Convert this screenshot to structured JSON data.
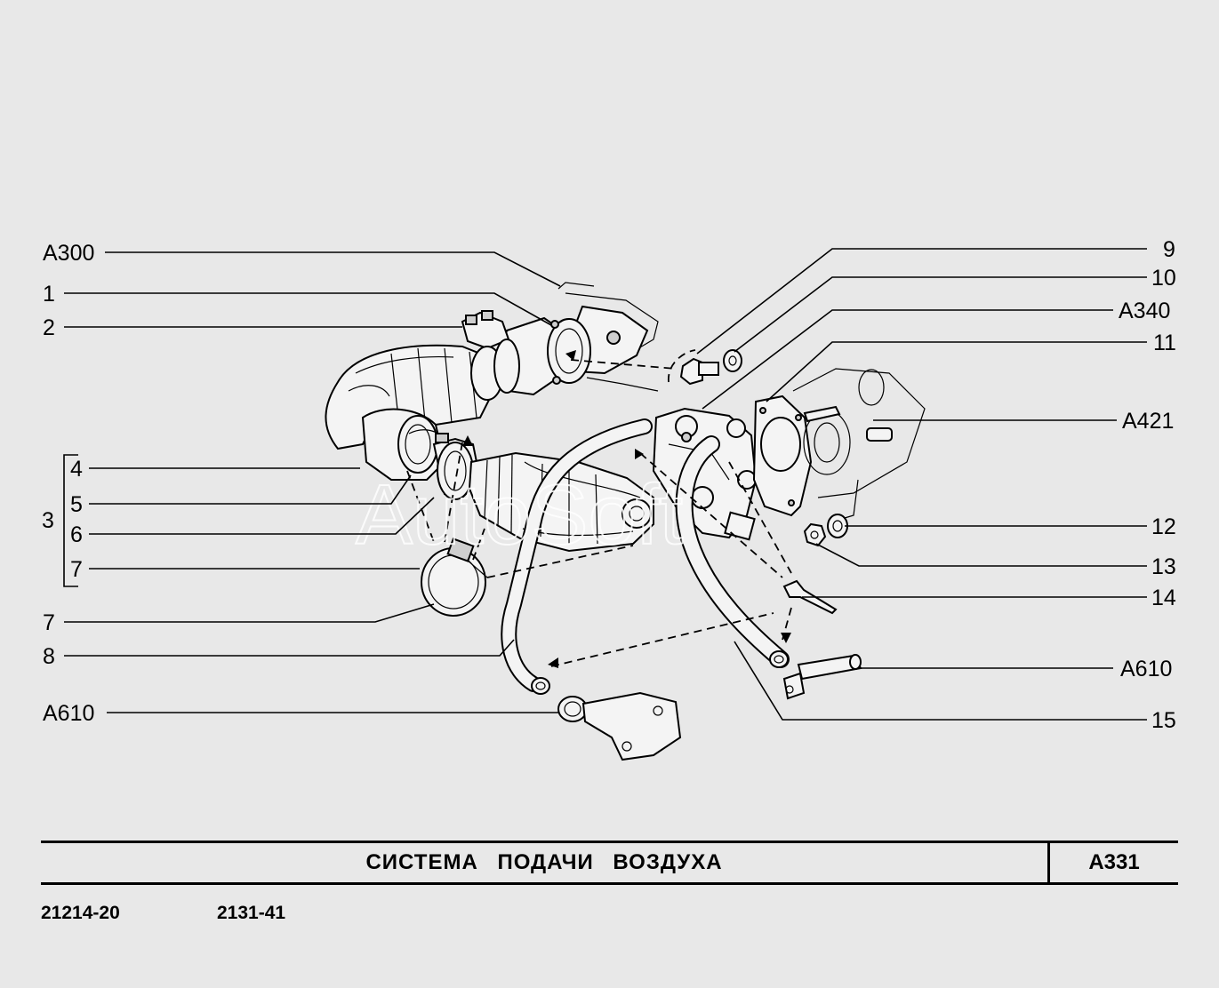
{
  "watermark": "AutoSoft",
  "callouts_left": [
    {
      "id": "a300-left",
      "label": "А300"
    },
    {
      "id": "1",
      "label": "1"
    },
    {
      "id": "2",
      "label": "2"
    },
    {
      "id": "3",
      "label": "3"
    },
    {
      "id": "4",
      "label": "4"
    },
    {
      "id": "5",
      "label": "5"
    },
    {
      "id": "6",
      "label": "6"
    },
    {
      "id": "7a",
      "label": "7"
    },
    {
      "id": "7b",
      "label": "7"
    },
    {
      "id": "8",
      "label": "8"
    },
    {
      "id": "a610-left",
      "label": "А610"
    }
  ],
  "callouts_right": [
    {
      "id": "9",
      "label": "9"
    },
    {
      "id": "10",
      "label": "10"
    },
    {
      "id": "a340",
      "label": "А340"
    },
    {
      "id": "11",
      "label": "11"
    },
    {
      "id": "a421",
      "label": "А421"
    },
    {
      "id": "12",
      "label": "12"
    },
    {
      "id": "13",
      "label": "13"
    },
    {
      "id": "14",
      "label": "14"
    },
    {
      "id": "a610-right",
      "label": "А610"
    },
    {
      "id": "15",
      "label": "15"
    }
  ],
  "title": {
    "name": "СИСТЕМА ПОДАЧИ ВОЗДУХА",
    "code": "А331"
  },
  "footer": {
    "model": "21214-20",
    "engine": "2131-41"
  }
}
